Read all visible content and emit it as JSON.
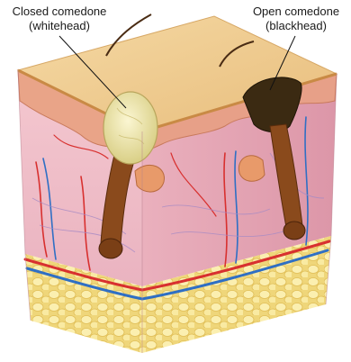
{
  "labels": {
    "closed": {
      "line1": "Closed comedone",
      "line2": "(whitehead)"
    },
    "open": {
      "line1": "Open comedone",
      "line2": "(blackhead)"
    }
  },
  "colors": {
    "epidermis_top": "#f0cf92",
    "epidermis_edge": "#d9a464",
    "dermis": "#f3c6cf",
    "dermis_dark": "#e3a1b0",
    "fat": "#f6e48c",
    "fat_cell": "#fbf1b8",
    "artery": "#d8302f",
    "vein": "#2f6fc4",
    "follicle": "#8a4a1c",
    "whitehead": "#f1eab0",
    "blackhead": "#3b2a12",
    "gland": "#e89a6a"
  }
}
